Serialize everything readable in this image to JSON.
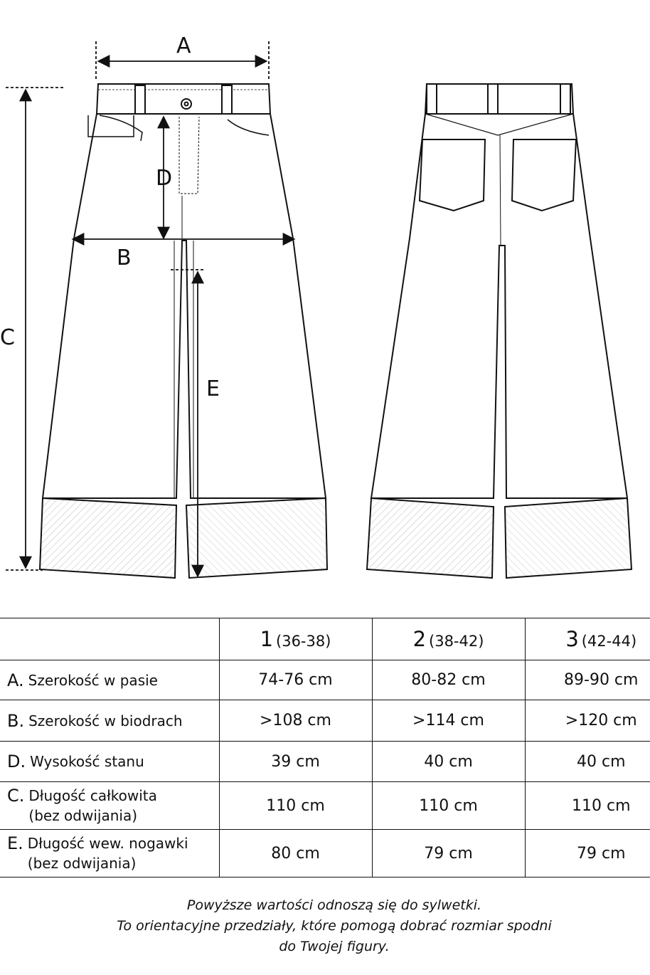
{
  "diagram": {
    "labels": {
      "a": "A",
      "b": "B",
      "c": "C",
      "d": "D",
      "e": "E"
    }
  },
  "table": {
    "sizes": [
      {
        "num": "1",
        "range": "(36-38)"
      },
      {
        "num": "2",
        "range": "(38-42)"
      },
      {
        "num": "3",
        "range": "(42-44)"
      }
    ],
    "rows": [
      {
        "letter": "A.",
        "name_line1": "Szerokość w pasie",
        "name_line2": "",
        "values": [
          "74-76 cm",
          "80-82 cm",
          "89-90 cm"
        ]
      },
      {
        "letter": "B.",
        "name_line1": "Szerokość w biodrach",
        "name_line2": "",
        "values": [
          ">108 cm",
          ">114 cm",
          ">120 cm"
        ]
      },
      {
        "letter": "D.",
        "name_line1": "Wysokość stanu",
        "name_line2": "",
        "values": [
          "39 cm",
          "40 cm",
          "40 cm"
        ]
      },
      {
        "letter": "C.",
        "name_line1": "Długość całkowita",
        "name_line2": "(bez odwijania)",
        "values": [
          "110 cm",
          "110 cm",
          "110 cm"
        ]
      },
      {
        "letter": "E.",
        "name_line1": "Długość wew. nogawki",
        "name_line2": "(bez odwijania)",
        "values": [
          "80 cm",
          "79 cm",
          "79 cm"
        ]
      }
    ]
  },
  "note": {
    "line1": "Powyższe wartości odnoszą się do sylwetki.",
    "line2": "To orientacyjne przedziały, które pomogą dobrać rozmiar spodni",
    "line3": "do Twojej figury."
  }
}
